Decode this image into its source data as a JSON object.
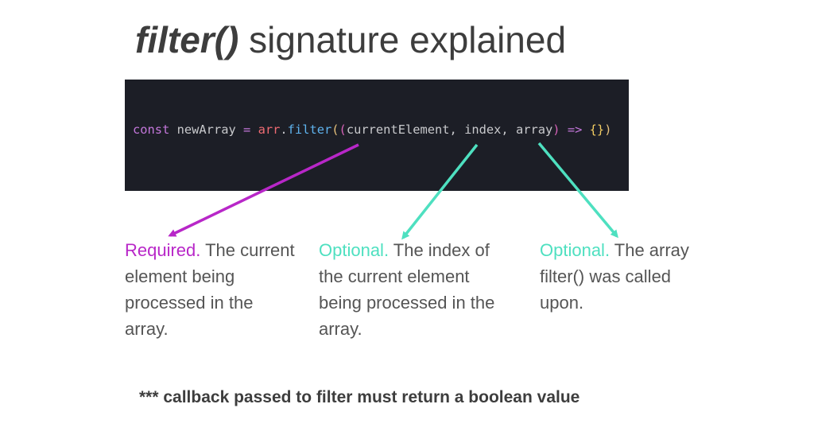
{
  "title": {
    "fn": "filter()",
    "rest": " signature explained"
  },
  "code": {
    "const": "const",
    "var": " newArray ",
    "eq": "=",
    "arr": " arr",
    "dot": ".",
    "filter": "filter",
    "open": "(",
    "open2": "(",
    "params": "currentElement, index, array",
    "close": ")",
    "arrow": " => ",
    "body": "{}",
    "close2": ")"
  },
  "notes": [
    {
      "lead": "Required.",
      "text": " The current element being processed in the array."
    },
    {
      "lead": "Optional.",
      "text": " The index of the current element being processed in the array."
    },
    {
      "lead": "Optional.",
      "text": " The array filter() was called upon."
    }
  ],
  "footer": "*** callback passed to filter must return a boolean value",
  "colors": {
    "required": "#b827c8",
    "optional": "#4ee0c0",
    "code_bg": "#1c1e26"
  }
}
